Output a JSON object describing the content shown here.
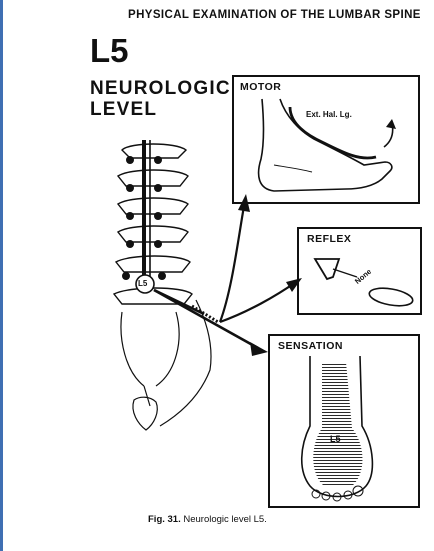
{
  "running_head": "PHYSICAL EXAMINATION OF THE LUMBAR SPINE",
  "level": {
    "code": "L5",
    "line1": "NEUROLOGIC",
    "line2": "LEVEL"
  },
  "panels": {
    "motor": {
      "title": "MOTOR",
      "muscle_label": "Ext. Hal. Lg."
    },
    "reflex": {
      "title": "REFLEX",
      "value": "None"
    },
    "sensation": {
      "title": "SENSATION",
      "dermatome_label": "L5"
    }
  },
  "spine": {
    "root_label": "L5"
  },
  "caption": {
    "fig": "Fig. 31.",
    "text": "Neurologic level L5."
  }
}
